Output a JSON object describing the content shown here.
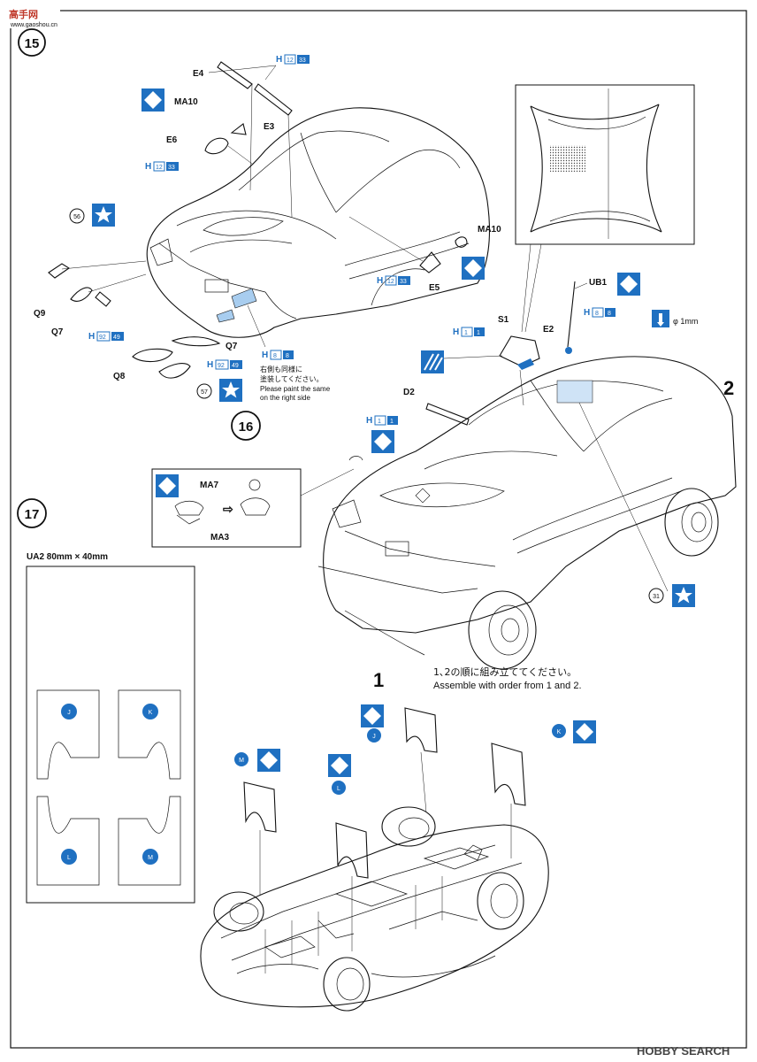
{
  "watermark_top": {
    "text": "高手网",
    "url": "www.gaoshou.cn"
  },
  "watermark_bottom": "HOBBY SEARCH",
  "steps": {
    "s15": "15",
    "s16": "16",
    "s17": "17"
  },
  "parts": {
    "E4": "E4",
    "E3": "E3",
    "E6": "E6",
    "E5": "E5",
    "E2": "E2",
    "MA10_a": "MA10",
    "MA10_b": "MA10",
    "MA7": "MA7",
    "MA3": "MA3",
    "Q9": "Q9",
    "Q7_a": "Q7",
    "Q7_b": "Q7",
    "Q8": "Q8",
    "S1": "S1",
    "D2": "D2",
    "UB1": "UB1"
  },
  "paint_codes": {
    "h12_33_a": {
      "h": "H",
      "a": "12",
      "b": "33"
    },
    "h12_33_b": {
      "h": "H",
      "a": "12",
      "b": "33"
    },
    "h12_33_c": {
      "h": "H",
      "a": "12",
      "b": "33"
    },
    "h92_49_a": {
      "h": "H",
      "a": "92",
      "b": "49"
    },
    "h92_49_b": {
      "h": "H",
      "a": "92",
      "b": "49"
    },
    "h8_8_a": {
      "h": "H",
      "a": "8",
      "b": "8"
    },
    "h8_8_b": {
      "h": "H",
      "a": "8",
      "b": "8"
    },
    "h1_1_a": {
      "h": "H",
      "a": "1",
      "b": "1"
    },
    "h1_1_b": {
      "h": "H",
      "a": "1",
      "b": "1"
    }
  },
  "decals": {
    "d56": "56",
    "d57": "57",
    "d31": "31",
    "J": "J",
    "K": "K",
    "L": "L",
    "M": "M",
    "J2": "J",
    "K2": "K",
    "L2": "L",
    "M2": "M"
  },
  "notes": {
    "paint_right_jp_1": "右側も同様に",
    "paint_right_jp_2": "塗装してください。",
    "paint_right_en_1": "Please paint the same",
    "paint_right_en_2": "on the right side",
    "order_jp": "1､2の順に組み立ててください。",
    "order_en": "Assemble with order from 1 and 2.",
    "drill": "φ 1mm",
    "ua2": "UA2  80mm × 40mm"
  },
  "order_marks": {
    "one": "1",
    "two": "2"
  },
  "colors": {
    "accent_blue": "#1f70c1",
    "light_blue": "#a8cdef"
  }
}
